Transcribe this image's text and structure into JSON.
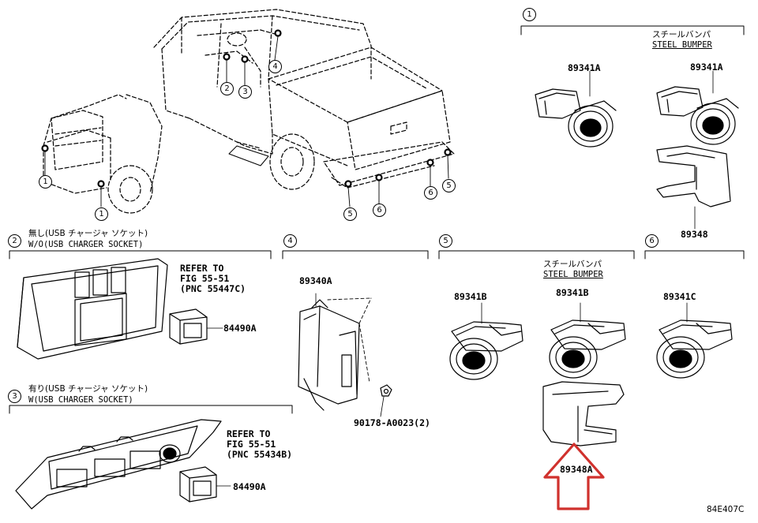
{
  "callout_numbers": [
    "1",
    "2",
    "3",
    "4",
    "5",
    "6"
  ],
  "sections": {
    "s1": {
      "index": "1",
      "jp_label": "スチールバンパ",
      "en_label": "STEEL BUMPER",
      "parts": [
        "89341A",
        "89341A",
        "89348"
      ]
    },
    "s2": {
      "index": "2",
      "jp_label": "無し(USB チャージャ ソケット)",
      "en_label": "W/O(USB CHARGER SOCKET)",
      "refer": [
        "REFER TO",
        "FIG 55-51",
        "(PNC 55447C)"
      ],
      "part": "84490A"
    },
    "s3": {
      "index": "3",
      "jp_label": "有り(USB チャージャ ソケット)",
      "en_label": "W(USB CHARGER SOCKET)",
      "refer": [
        "REFER TO",
        "FIG 55-51",
        "(PNC 55434B)"
      ],
      "part": "84490A"
    },
    "s4": {
      "index": "4",
      "parts": [
        "89340A",
        "90178-A0023(2)"
      ]
    },
    "s5": {
      "index": "5",
      "jp_label": "スチールバンパ",
      "en_label": "STEEL BUMPER",
      "parts": [
        "89341B",
        "89341B",
        "89348A"
      ]
    },
    "s6": {
      "index": "6",
      "parts": [
        "89341C"
      ]
    }
  },
  "figure_code": "84E407C",
  "colors": {
    "line": "#000000",
    "highlight_arrow": "#d0312d",
    "background": "#ffffff"
  }
}
